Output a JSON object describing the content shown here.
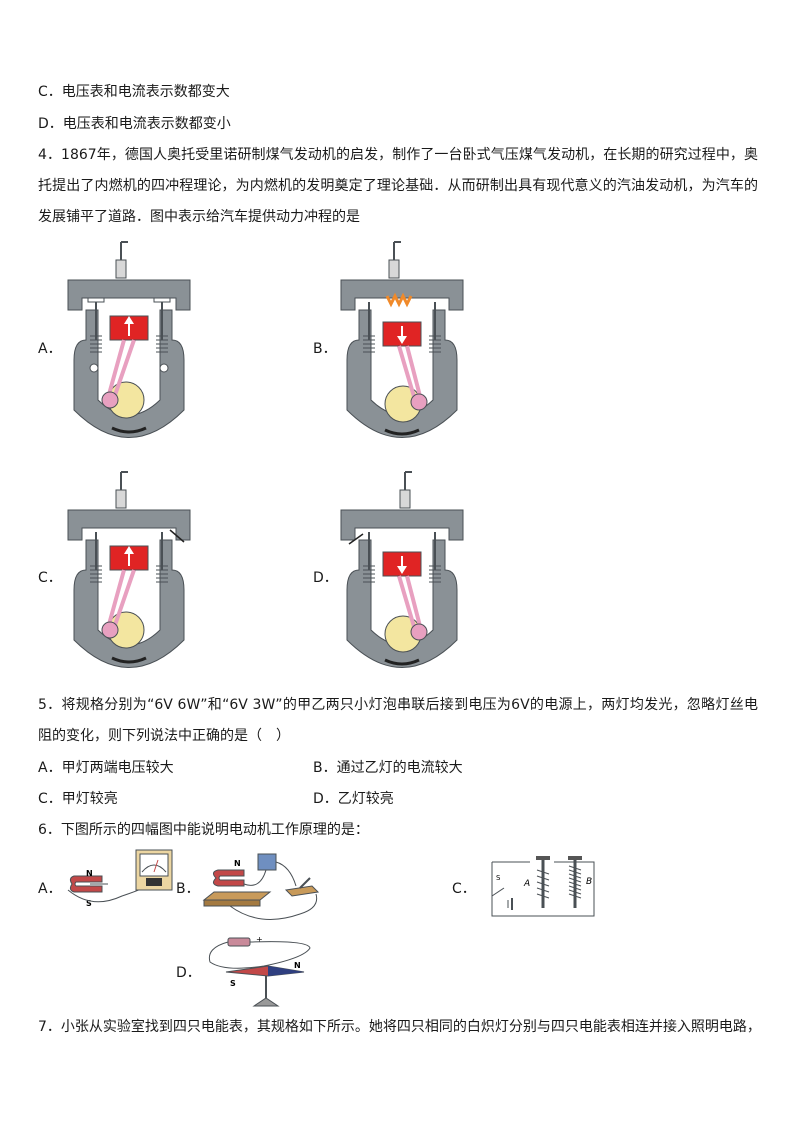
{
  "prev_options": {
    "c": "C．电压表和电流表示数都变大",
    "d": "D．电压表和电流表示数都变小"
  },
  "q4": {
    "stem": "4．1867年，德国人奥托受里诺研制煤气发动机的启发，制作了一台卧式气压煤气发动机，在长期的研究过程中，奥托提出了内燃机的四冲程理论，为内燃机的发明奠定了理论基础．从而研制出具有现代意义的汽油发动机，为汽车的发展铺平了道路．图中表示给汽车提供动力冲程的是",
    "opt_a": "A．",
    "opt_b": "B．",
    "opt_c": "C．",
    "opt_d": "D．"
  },
  "q5": {
    "stem": "5．将规格分别为“6V 6W”和“6V 3W”的甲乙两只小灯泡串联后接到电压为6V的电源上，两灯均发光，忽略灯丝电阻的变化，则下列说法中正确的是（　）",
    "opt_a": "A．甲灯两端电压较大",
    "opt_b": "B．通过乙灯的电流较大",
    "opt_c": "C．甲灯较亮",
    "opt_d": "D．乙灯较亮"
  },
  "q6": {
    "stem": "6．下图所示的四幅图中能说明电动机工作原理的是：",
    "opt_a": "A．",
    "opt_b": "B．",
    "opt_c": "C．",
    "opt_d": "D．",
    "fig_labels": {
      "n": "N",
      "s": "S",
      "a_label": "A",
      "b_label": "B",
      "plus": "+"
    }
  },
  "q7": {
    "stem": "7．小张从实验室找到四只电能表，其规格如下所示。她将四只相同的白炽灯分别与四只电能表相连并接入照明电路，"
  },
  "colors": {
    "engine_gray": "#8a9196",
    "engine_dark": "#4a5055",
    "piston_red": "#e02424",
    "crank_pink": "#e8a0c0",
    "flywheel_yellow": "#f3e6a0",
    "spark_orange": "#f08a2a"
  }
}
